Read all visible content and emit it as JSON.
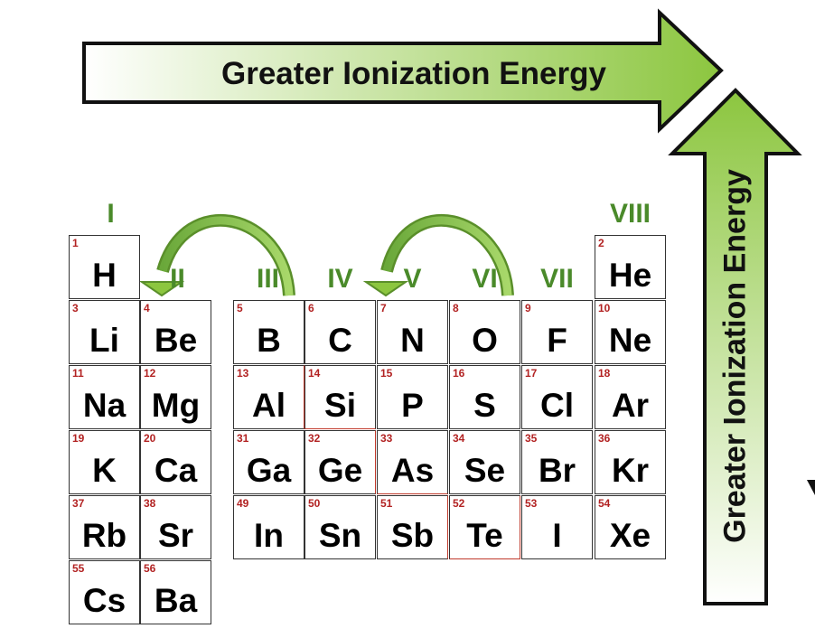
{
  "horizontal_arrow": {
    "label": "Greater Ionization Energy"
  },
  "vertical_arrow": {
    "label": "Greater Ionization Energy"
  },
  "colors": {
    "arrow_green": "#8cc63f",
    "group_label": "#4a8a2a",
    "atomic_number": "#b22222",
    "semimetal_border": "#c0392b"
  },
  "groups": [
    "I",
    "II",
    "III",
    "IV",
    "V",
    "VI",
    "VII",
    "VIII"
  ],
  "elements": [
    {
      "num": "1",
      "sym": "H"
    },
    {
      "num": "2",
      "sym": "He"
    },
    {
      "num": "3",
      "sym": "Li"
    },
    {
      "num": "4",
      "sym": "Be"
    },
    {
      "num": "5",
      "sym": "B"
    },
    {
      "num": "6",
      "sym": "C"
    },
    {
      "num": "7",
      "sym": "N"
    },
    {
      "num": "8",
      "sym": "O"
    },
    {
      "num": "9",
      "sym": "F"
    },
    {
      "num": "10",
      "sym": "Ne"
    },
    {
      "num": "11",
      "sym": "Na"
    },
    {
      "num": "12",
      "sym": "Mg"
    },
    {
      "num": "13",
      "sym": "Al"
    },
    {
      "num": "14",
      "sym": "Si"
    },
    {
      "num": "15",
      "sym": "P"
    },
    {
      "num": "16",
      "sym": "S"
    },
    {
      "num": "17",
      "sym": "Cl"
    },
    {
      "num": "18",
      "sym": "Ar"
    },
    {
      "num": "19",
      "sym": "K"
    },
    {
      "num": "20",
      "sym": "Ca"
    },
    {
      "num": "31",
      "sym": "Ga"
    },
    {
      "num": "32",
      "sym": "Ge"
    },
    {
      "num": "33",
      "sym": "As"
    },
    {
      "num": "34",
      "sym": "Se"
    },
    {
      "num": "35",
      "sym": "Br"
    },
    {
      "num": "36",
      "sym": "Kr"
    },
    {
      "num": "37",
      "sym": "Rb"
    },
    {
      "num": "38",
      "sym": "Sr"
    },
    {
      "num": "49",
      "sym": "In"
    },
    {
      "num": "50",
      "sym": "Sn"
    },
    {
      "num": "51",
      "sym": "Sb"
    },
    {
      "num": "52",
      "sym": "Te"
    },
    {
      "num": "53",
      "sym": "I"
    },
    {
      "num": "54",
      "sym": "Xe"
    },
    {
      "num": "55",
      "sym": "Cs"
    },
    {
      "num": "56",
      "sym": "Ba"
    }
  ]
}
